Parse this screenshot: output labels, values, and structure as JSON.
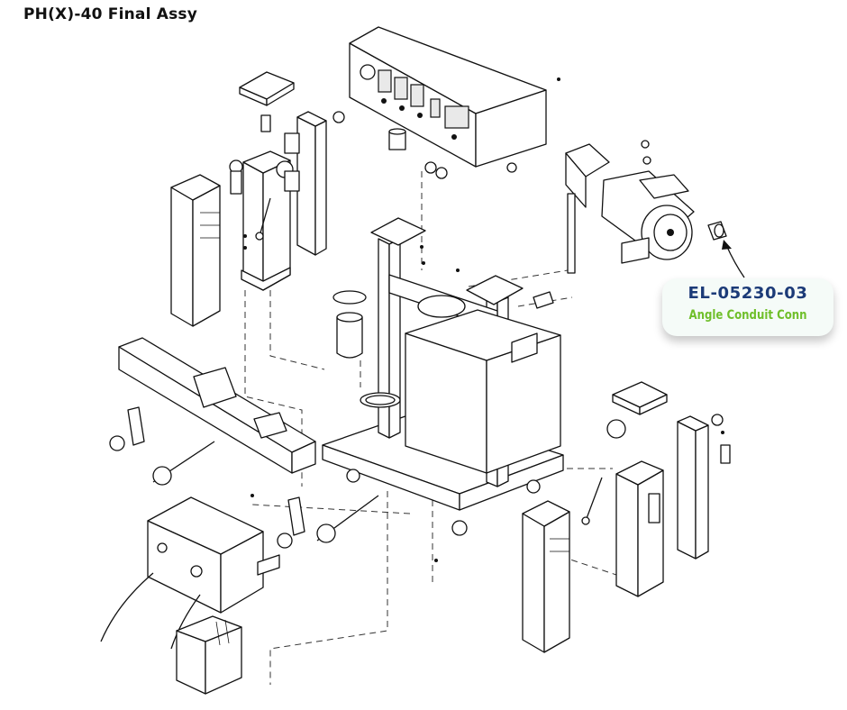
{
  "title": "PH(X)-40 Final Assy",
  "callout": {
    "part_number": "EL-05230-03",
    "description": "Angle Conduit Conn"
  },
  "colors": {
    "part_number": "#1c3b78",
    "description": "#6fbf2a",
    "callout_bg": "#f5fbf8"
  }
}
